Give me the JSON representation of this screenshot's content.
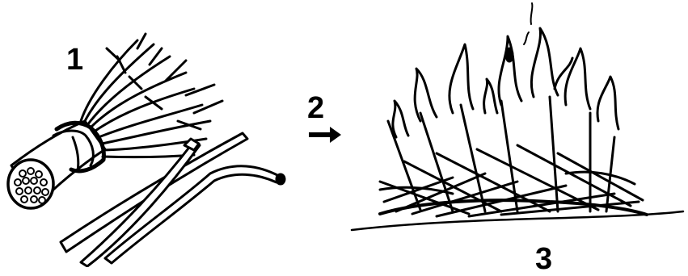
{
  "steps": [
    {
      "label": "1",
      "depicts": "bundle-of-twigs-and-sticks"
    },
    {
      "label": "2",
      "depicts": "arrow"
    },
    {
      "label": "3",
      "depicts": "burning-fire"
    }
  ],
  "colors": {
    "ink": "#000000",
    "background": "#ffffff"
  }
}
